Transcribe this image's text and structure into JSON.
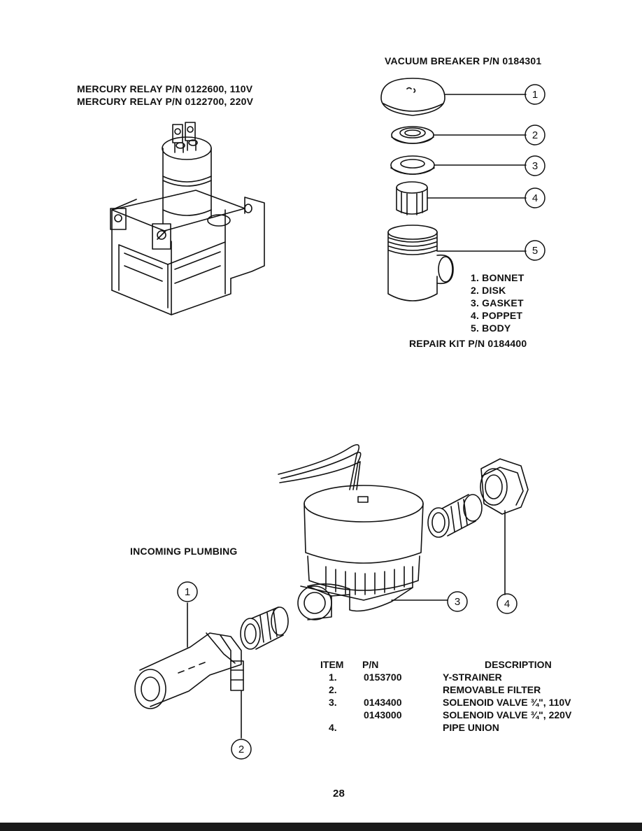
{
  "relay": {
    "line1": "MERCURY RELAY P/N 0122600, 110V",
    "line2": "MERCURY RELAY P/N 0122700, 220V"
  },
  "vacuum_breaker": {
    "title": "VACUUM BREAKER P/N 0184301",
    "callouts": [
      "1",
      "2",
      "3",
      "4",
      "5"
    ],
    "legend": [
      "1. BONNET",
      "2. DISK",
      "3. GASKET",
      "4. POPPET",
      "5. BODY"
    ],
    "repair_kit": "REPAIR KIT P/N 0184400"
  },
  "plumbing": {
    "title": "INCOMING PLUMBING",
    "callouts": [
      "1",
      "2",
      "3",
      "4"
    ],
    "table": {
      "headers": {
        "item": "ITEM",
        "pn": "P/N",
        "description": "DESCRIPTION"
      },
      "rows": [
        {
          "item": "1.",
          "pn": "0153700",
          "description": "Y-STRAINER"
        },
        {
          "item": "2.",
          "pn": "",
          "description": "REMOVABLE FILTER"
        },
        {
          "item": "3.",
          "pn": "0143400",
          "description": "SOLENOID VALVE ¾\", 110V"
        },
        {
          "item": "",
          "pn": "0143000",
          "description": "SOLENOID VALVE ¾\", 220V"
        },
        {
          "item": "4.",
          "pn": "",
          "description": "PIPE UNION"
        }
      ]
    }
  },
  "page_number": "28"
}
